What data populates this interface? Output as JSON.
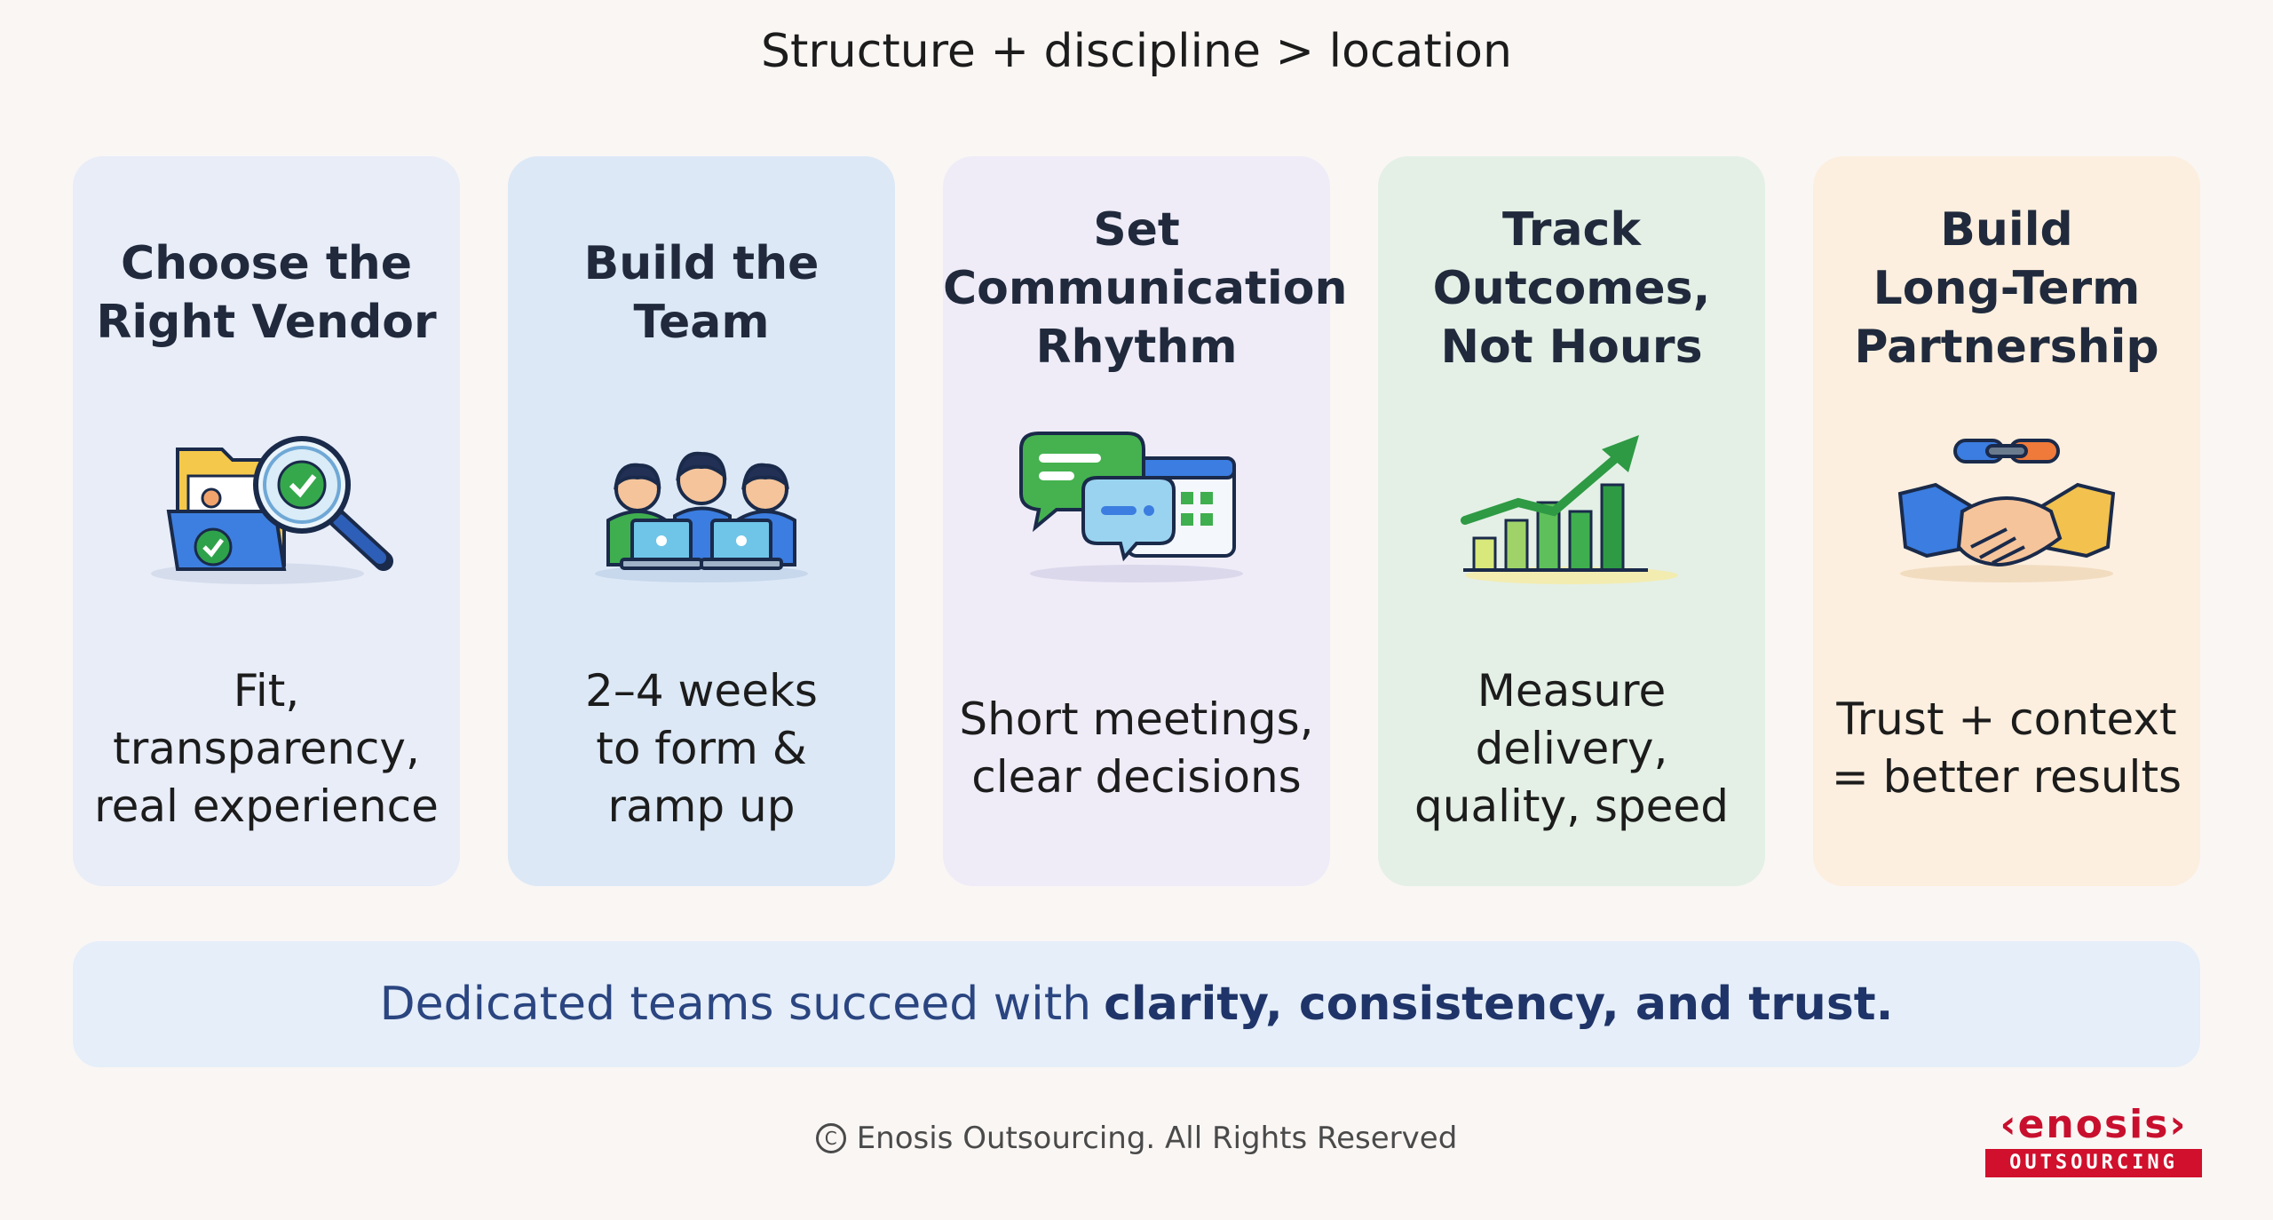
{
  "header": {
    "title": "Structure + discipline > location"
  },
  "cards": [
    {
      "title": [
        "Choose the",
        "Right Vendor"
      ],
      "text": [
        "Fit,",
        "transparency,",
        "real experience"
      ],
      "icon": "vendor-search-icon",
      "bg": "#e8edf8"
    },
    {
      "title": [
        "Build the",
        "Team"
      ],
      "text": [
        "2–4 weeks",
        "to form &",
        "ramp up"
      ],
      "icon": "team-laptops-icon",
      "bg": "#dce8f6"
    },
    {
      "title": [
        "Set",
        "Communication",
        "Rhythm"
      ],
      "text": [
        "Short meetings,",
        "clear decisions"
      ],
      "icon": "chat-bubbles-icon",
      "bg": "#efecf8"
    },
    {
      "title": [
        "Track",
        "Outcomes,",
        "Not Hours"
      ],
      "text": [
        "Measure",
        "delivery,",
        "quality, speed"
      ],
      "icon": "growth-chart-icon",
      "bg": "#e4f0e6"
    },
    {
      "title": [
        "Build",
        "Long-Term",
        "Partnership"
      ],
      "text": [
        "Trust + context",
        "= better results"
      ],
      "icon": "handshake-icon",
      "bg": "#fcefdf"
    }
  ],
  "banner": {
    "text": "Dedicated teams succeed with",
    "emphasis": "clarity, consistency, and trust."
  },
  "footer": {
    "copyright": "Enosis Outsourcing. All Rights Reserved"
  },
  "logo": {
    "top": "‹enosis›",
    "bottom": "OUTSOURCING"
  }
}
